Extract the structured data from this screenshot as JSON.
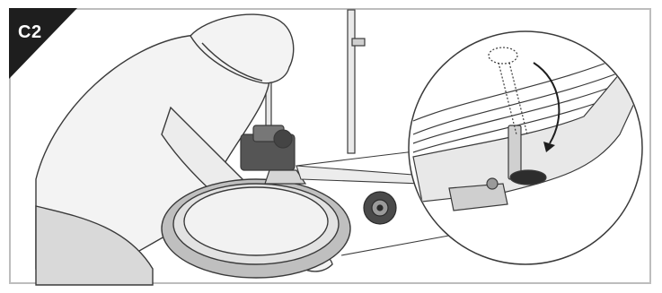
{
  "step_label": "C2",
  "colors": {
    "badge": "#1e1e1e",
    "line": "#3a3a3a",
    "light_gray": "#e6e6e6",
    "mid_gray": "#bdbdbd",
    "dark_gray": "#6a6a6a",
    "skin": "#f2f2f2"
  },
  "icons": {
    "step_badge": "black-corner-triangle",
    "detail_callout": "magnifier-circle",
    "arrow": "curved-arrow"
  }
}
